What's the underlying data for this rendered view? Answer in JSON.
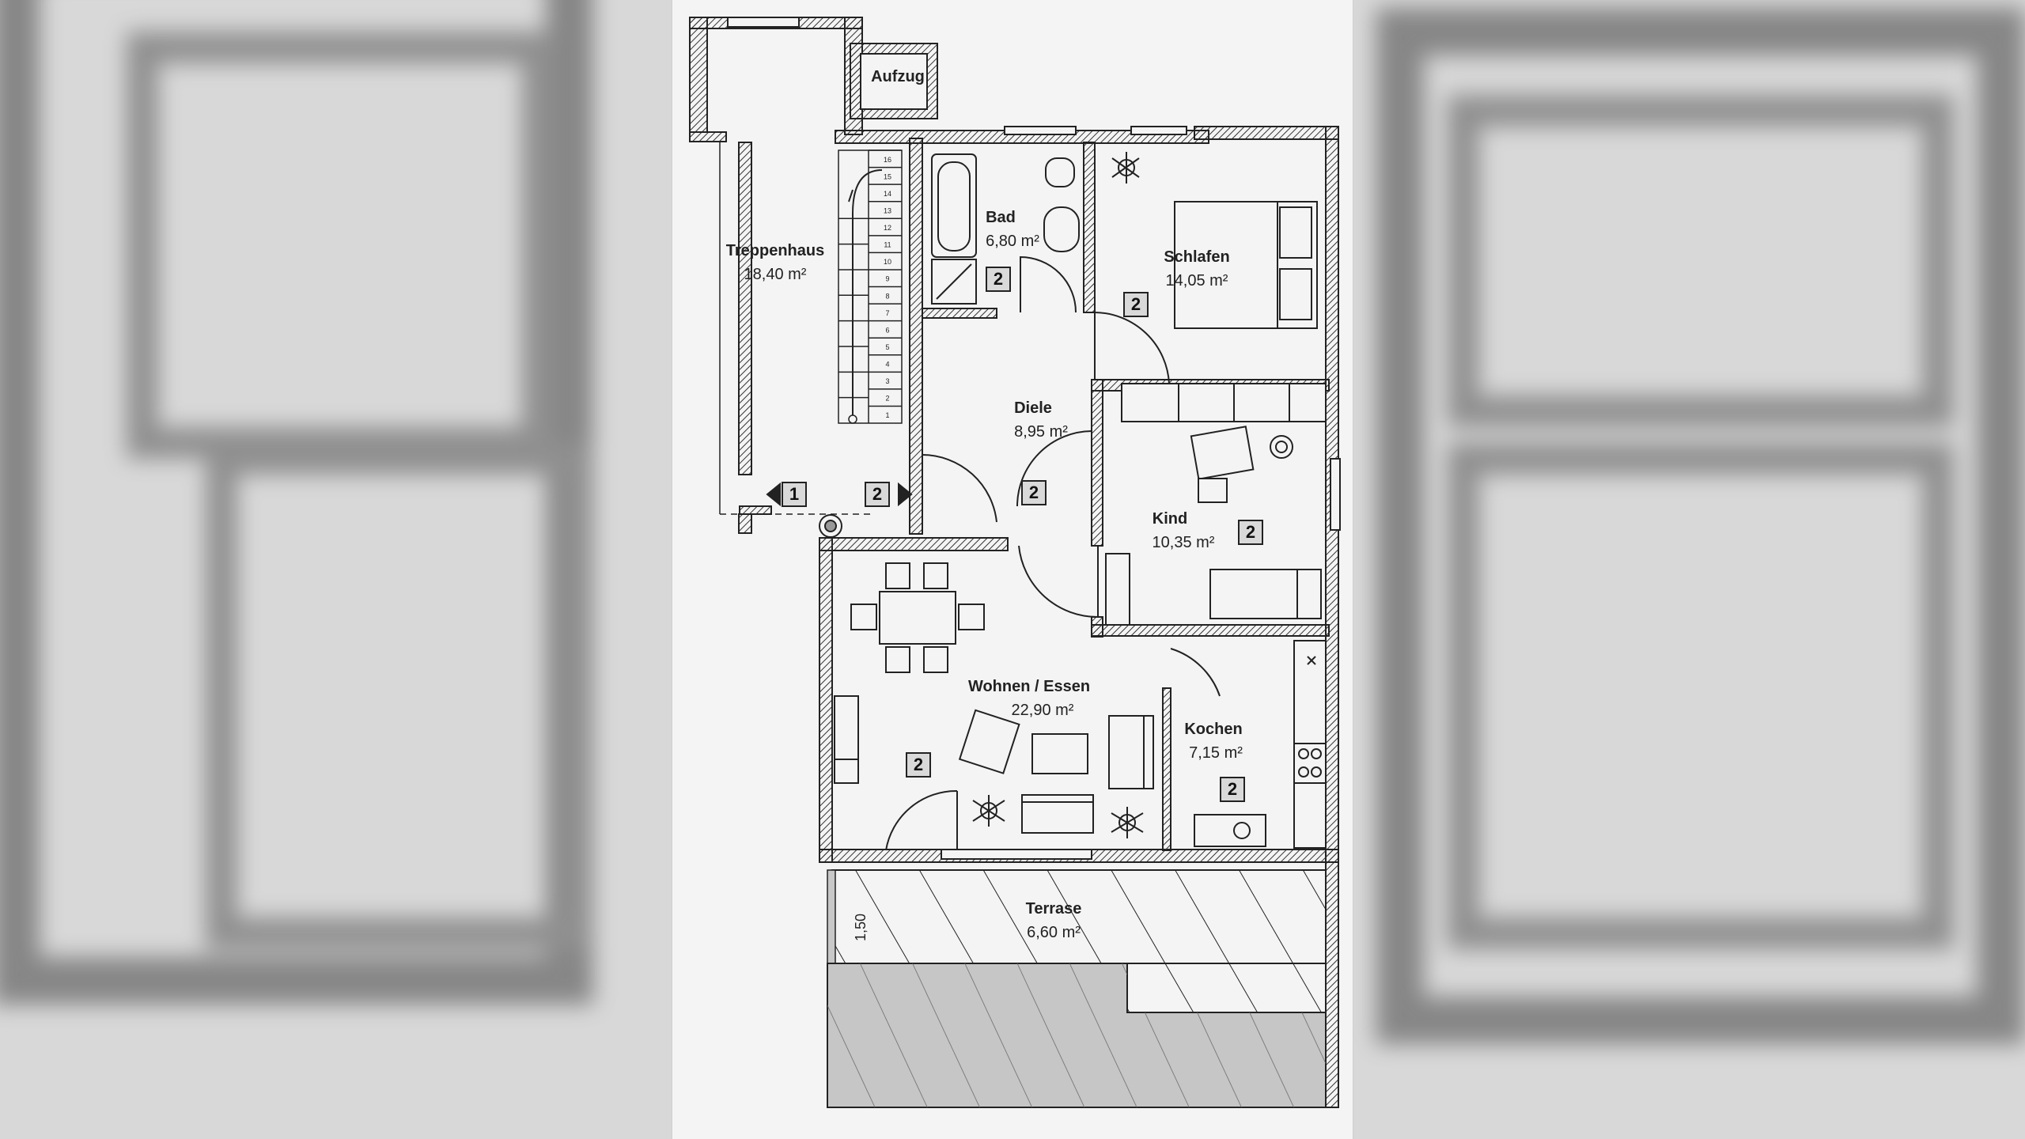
{
  "rooms": {
    "aufzug": {
      "name": "Aufzug"
    },
    "treppenhaus": {
      "name": "Treppenhaus",
      "area": "18,40 m²"
    },
    "bad": {
      "name": "Bad",
      "area": "6,80 m²"
    },
    "schlafen": {
      "name": "Schlafen",
      "area": "14,05 m²"
    },
    "diele": {
      "name": "Diele",
      "area": "8,95 m²"
    },
    "kind": {
      "name": "Kind",
      "area": "10,35 m²"
    },
    "wohnen": {
      "name": "Wohnen / Essen",
      "area": "22,90 m²"
    },
    "kochen": {
      "name": "Kochen",
      "area": "7,15 m²"
    },
    "terrasse": {
      "name": "Terrase",
      "area": "6,60 m²"
    }
  },
  "markers": {
    "one": "1",
    "two": "2"
  },
  "dimension": "1,50",
  "stair_steps": [
    "1",
    "2",
    "3",
    "4",
    "5",
    "6",
    "7",
    "8",
    "9",
    "10",
    "11",
    "12",
    "13",
    "14",
    "15",
    "16"
  ],
  "colors": {
    "line": "#222222",
    "paper": "#f4f4f4",
    "hatch": "#9a9a9a"
  }
}
